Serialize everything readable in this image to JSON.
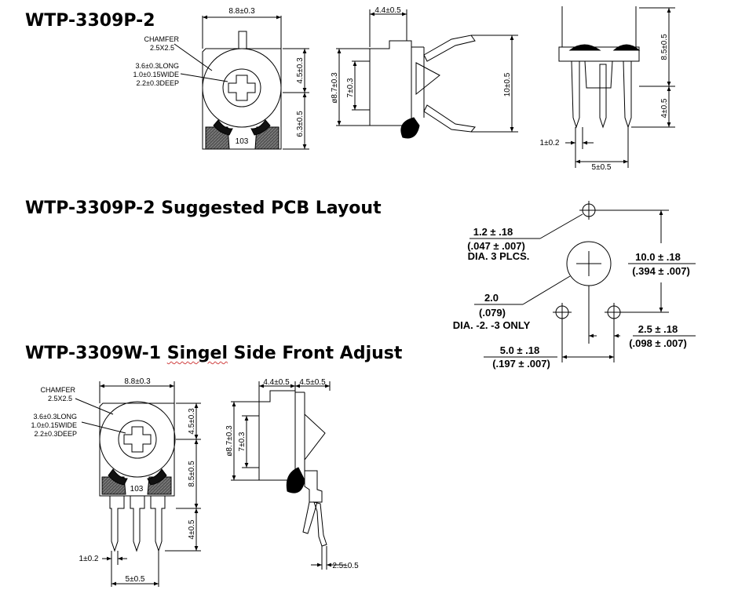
{
  "titles": {
    "top": "WTP-3309P-2",
    "pcb": "WTP-3309P-2 Suggested PCB Layout",
    "bottom_pre": "WTP-3309W-1 ",
    "bottom_word": "Singel",
    "bottom_post": " Side Front Adjust"
  },
  "top_front": {
    "width": "8.8±0.3",
    "chamfer_1": "CHAMFER",
    "chamfer_2": "2.5X2.5",
    "slot_1": "3.6±0.3LONG",
    "slot_2": "1.0±0.15WIDE",
    "slot_3": "2.2±0.3DEEP",
    "upper_h": "4.5±0.3",
    "lower_h": "6.3±0.5",
    "code": "103"
  },
  "top_side": {
    "depth": "4.4±0.5",
    "dia": "ø8.7±0.3",
    "body_h": "7±0.3",
    "lead_span": "10±0.5"
  },
  "top_right": {
    "upper_h": "8.5±0.5",
    "lower_h": "4±0.5",
    "lead_w": "1±0.2",
    "pitch": "5±0.5"
  },
  "pcb": {
    "hole_small_1": "1.2 ± .18",
    "hole_small_2": "(.047 ± .007)",
    "hole_small_3": "DIA. 3 PLCS.",
    "hole_big_1": "2.0",
    "hole_big_2": "(.079)",
    "hole_big_3": "DIA. -2. -3 ONLY",
    "vert_1": "10.0 ± .18",
    "vert_2": "(.394 ± .007)",
    "half_1": "2.5 ± .18",
    "half_2": "(.098 ± .007)",
    "full_1": "5.0 ± .18",
    "full_2": "(.197 ± .007)"
  },
  "bottom_front": {
    "width": "8.8±0.3",
    "chamfer_1": "CHAMFER",
    "chamfer_2": "2.5X2.5",
    "slot_1": "3.6±0.3LONG",
    "slot_2": "1.0±0.15WIDE",
    "slot_3": "2.2±0.3DEEP",
    "upper_h": "4.5±0.3",
    "mid_h": "8.5±0.5",
    "lower_h": "4±0.5",
    "lead_w": "1±0.2",
    "pitch": "5±0.5",
    "code": "103"
  },
  "bottom_side": {
    "depth_a": "4.4±0.5",
    "depth_b": "4.5±0.5",
    "dia": "ø8.7±0.3",
    "body_h": "7±0.3",
    "lead_off": "2.5±0.5"
  }
}
